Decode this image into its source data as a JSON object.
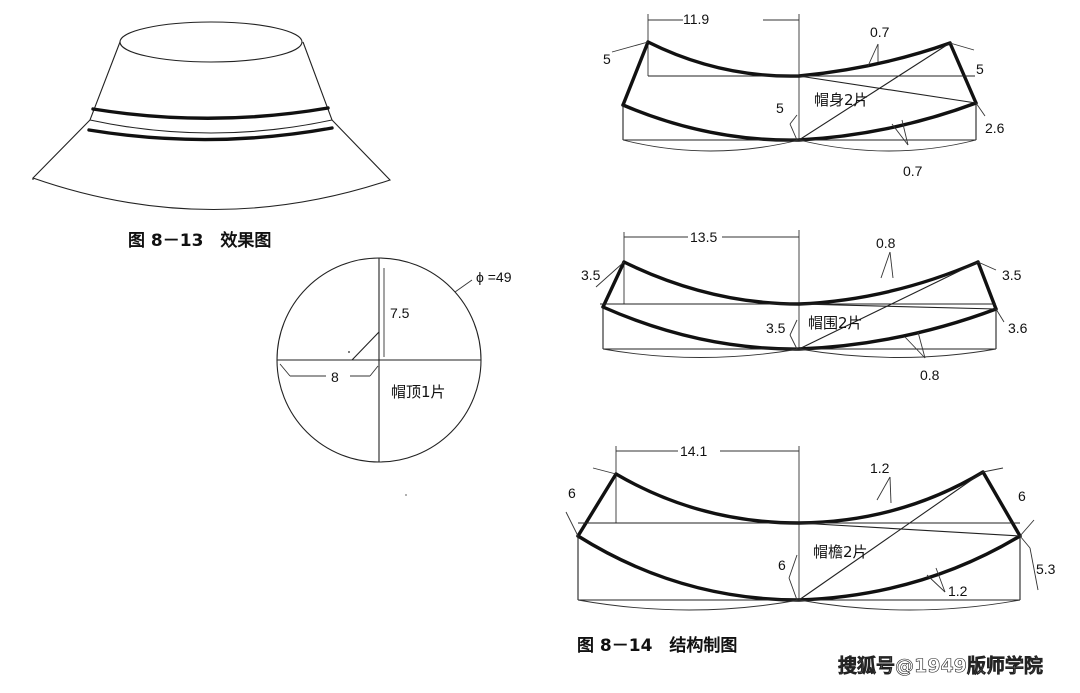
{
  "figure_8_13": {
    "caption": "图 8－13　效果图"
  },
  "crown_top": {
    "phi_label": "ϕ =49",
    "dim_vertical": "7.5",
    "dim_horizontal": "8",
    "piece_label": "帽顶1片"
  },
  "body_piece": {
    "top_width": "11.9",
    "curve_top": "0.7",
    "curve_bottom": "0.7",
    "left_side": "5",
    "right_side": "5",
    "center_height": "5",
    "right_drop": "2.6",
    "piece_label": "帽身2片"
  },
  "band_piece": {
    "top_width": "13.5",
    "curve_top": "0.8",
    "curve_bottom": "0.8",
    "left_side": "3.5",
    "right_side": "3.5",
    "center_height": "3.5",
    "right_drop": "3.6",
    "piece_label": "帽围2片"
  },
  "brim_piece": {
    "top_width": "14.1",
    "curve_top": "1.2",
    "curve_bottom": "1.2",
    "left_side": "6",
    "right_side": "6",
    "center_height": "6",
    "right_drop": "5.3",
    "piece_label": "帽檐2片"
  },
  "figure_8_14": {
    "caption": "图 8－14　结构制图"
  },
  "watermark": "搜狐号@1949版师学院"
}
